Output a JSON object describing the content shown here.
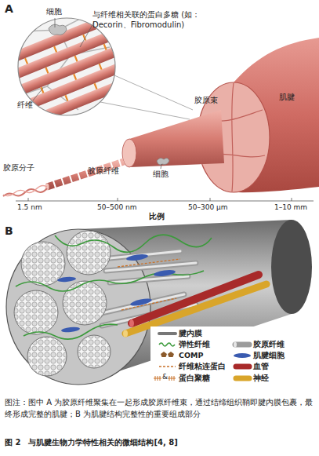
{
  "diagram": {
    "caption": "图 2　与肌腱生物力学特性相关的微细结构[4, 8]",
    "labels": [
      "A",
      "细胞",
      "与纤维相关联的蛋白多糖 (如：Decorin、Fibromodulin)",
      "纤维",
      "肌腱",
      "胶原束",
      "胶原分子",
      "胶原纤维",
      "细胞",
      "1.5 nm",
      "50–500 nm",
      "50–300 μm",
      "1–10 mm",
      "比例",
      "B",
      "&",
      "图注：图中 A 为胶原纤维聚集在一起形成胶原纤维束，通过结缔组织鞘即腱内膜包裹，最终形成完整的肌腱；B 为肌腱结构完整性的重要组成部分"
    ],
    "legend": [
      {
        "text": "腱内膜"
      },
      {
        "text": "弹性纤维"
      },
      {
        "text": "胶原纤维"
      },
      {
        "text": "COMP"
      },
      {
        "text": "肌腱细胞"
      },
      {
        "text": "纤维粘连蛋白"
      },
      {
        "text": "血管"
      },
      {
        "text": "蛋白聚糖"
      },
      {
        "text": "神经"
      }
    ]
  }
}
